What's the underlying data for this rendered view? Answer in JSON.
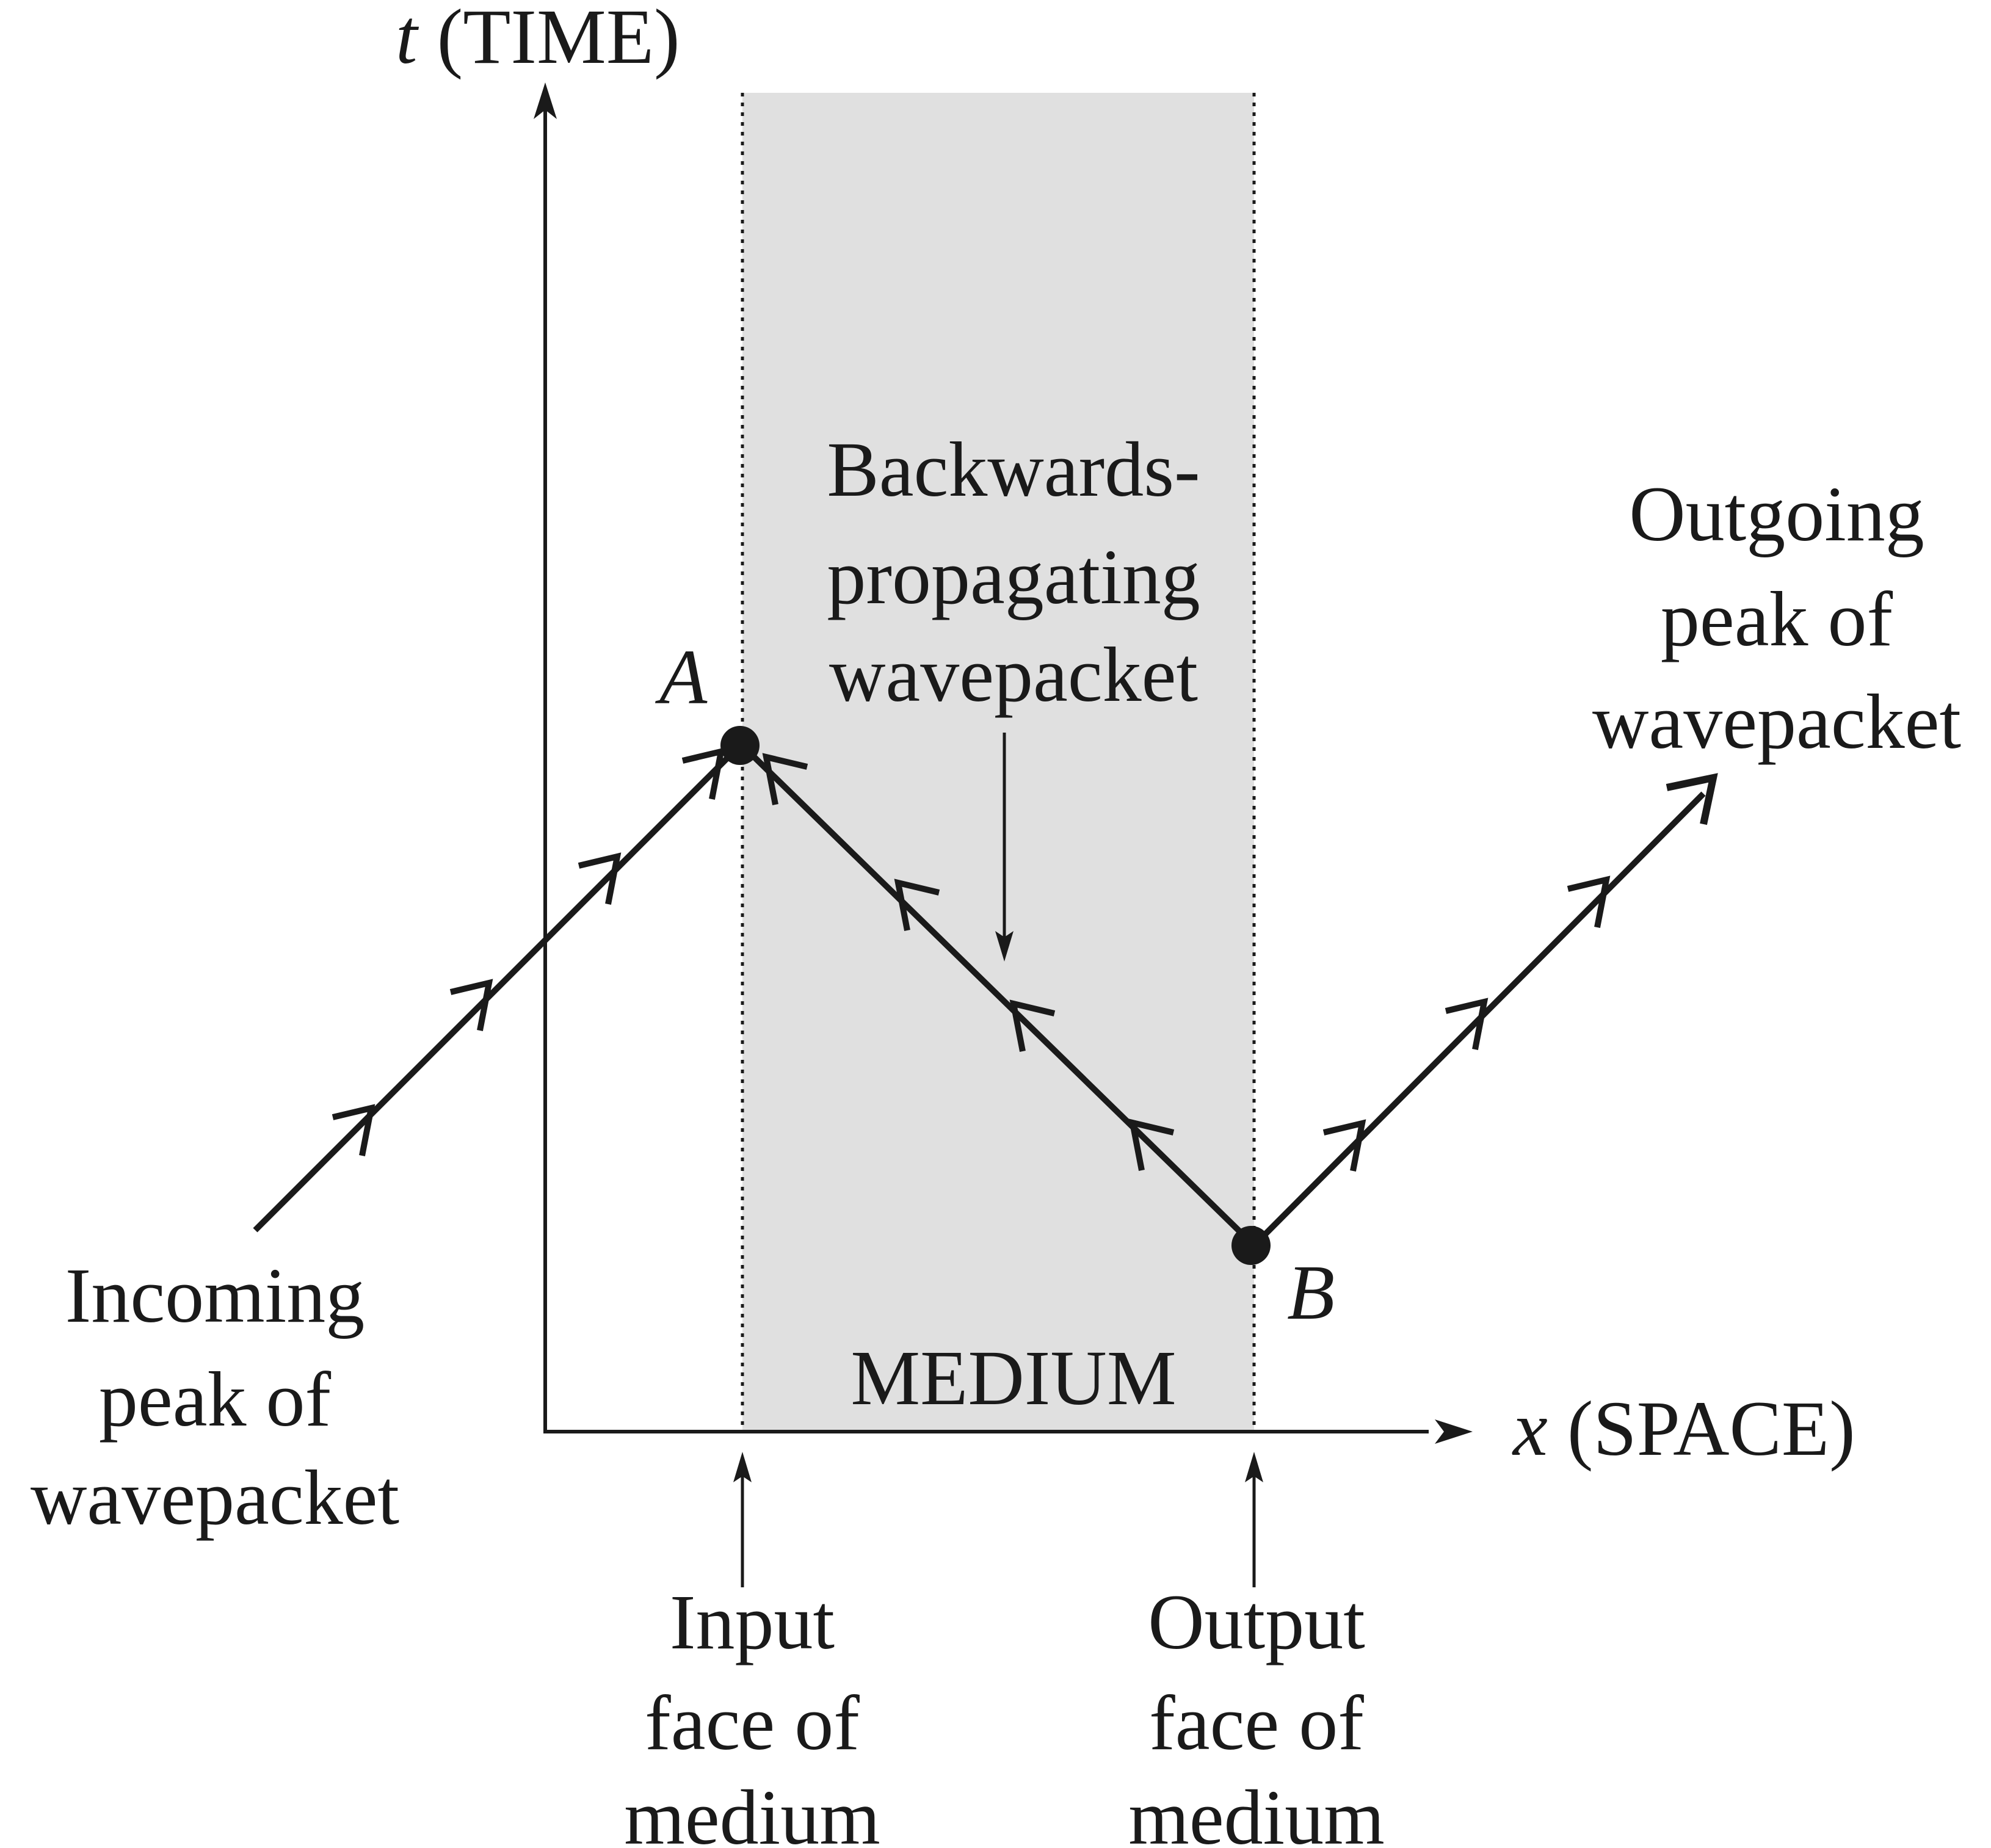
{
  "axes": {
    "t_var": "t",
    "t_label": " (TIME)",
    "x_var": "x",
    "x_label": " (SPACE)"
  },
  "medium_label": "MEDIUM",
  "points": {
    "a": "A",
    "b": "B"
  },
  "labels": {
    "backwards": [
      "Backwards-",
      "propagating",
      "wavepacket"
    ],
    "outgoing": [
      "Outgoing",
      "peak of",
      "wavepacket"
    ],
    "incoming": [
      "Incoming",
      "peak of",
      "wavepacket"
    ],
    "input_face": [
      "Input",
      "face of",
      "medium"
    ],
    "output_face": [
      "Output",
      "face of",
      "medium"
    ]
  },
  "colors": {
    "ink": "#1a1a1a",
    "medium_fill": "#e0e0e0",
    "background": "#ffffff"
  }
}
